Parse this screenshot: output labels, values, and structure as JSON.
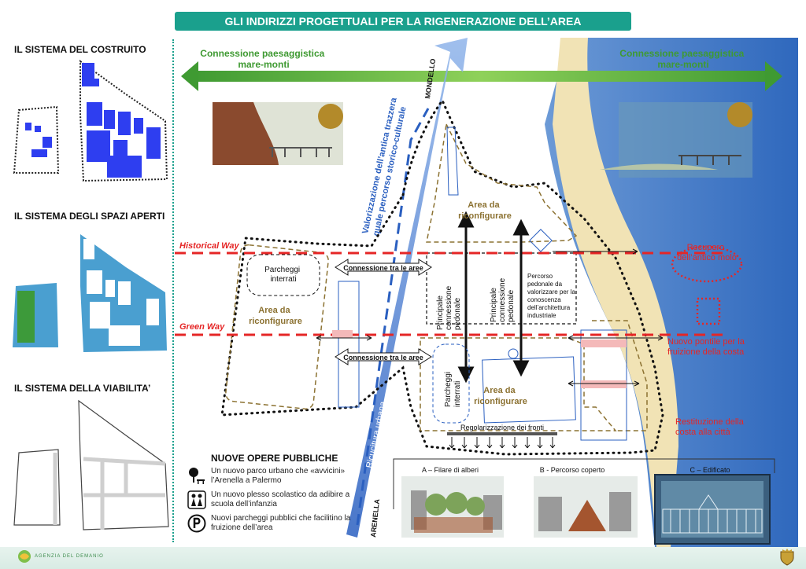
{
  "title": "GLI INDIRIZZI PROGETTUALI PER LA RIGENERAZIONE DELL’AREA",
  "left": {
    "section_built": "IL SISTEMA DEL COSTRUITO",
    "section_open": "IL SISTEMA DEGLI SPAZI APERTI",
    "section_road": "IL SISTEMA DELLA VIABILITA’"
  },
  "map": {
    "connection_left": "Connessione paesaggistica\nmare-monti",
    "connection_right": "Connessione paesaggistica\nmare-monti",
    "vertical_text": "Valorizzazione dell’antica trazzera\nquale percorso storico-culturale",
    "mondello": "MONDELLO",
    "arenella": "ARENELLA",
    "ricucitura": "Ricucitura urbana",
    "historical_way": "Historical Way",
    "green_way": "Green Way",
    "area_top": "Area da\nriconfigurare",
    "area_left": "Area da\nriconfigurare",
    "area_bottom": "Area da\nriconfigurare",
    "parcheggi_top": "Parcheggi\ninterrati",
    "parcheggi_bottom": "Parcheggi\ninterrati",
    "connessione_1": "Connessione tra le aree",
    "connessione_2": "Connessione tra le aree",
    "principale_1": "Principale\nconnessione\npedonale",
    "principale_2": "Principale\nconnessione\npedonale",
    "percorso_pedonale": "Percorso\npedonale da\nvalorizzare per la\nconoscenza\ndell’architettura\nindustriale",
    "regolarizzazione": "Regolarizzazione dei fronti",
    "recupero": "Recupero\ndell’antico molo",
    "nuovo_pontile": "Nuovo pontile per la\nfruizione della costa",
    "restituzione": "Restituzione della\ncosta alla città"
  },
  "opere": {
    "heading": "NUOVE OPERE PUBBLICHE",
    "items": [
      {
        "icon": "tree-bench-icon",
        "text": "Un nuovo parco urbano che «avvicini» l’Arenella a Palermo"
      },
      {
        "icon": "children-icon",
        "text": "Un nuovo plesso scolastico da adibire a scuola dell’infanzia"
      },
      {
        "icon": "parking-icon",
        "text": "Nuovi parcheggi pubblici che facilitino la fruizione dell’area"
      }
    ]
  },
  "sections": {
    "a": "A – Filare di alberi",
    "b": "B - Percorso coperto",
    "c": "C – Edificato"
  },
  "footer": {
    "brand": "AGENZIA DEL DEMANIO"
  },
  "colors": {
    "title_bg": "#1aa08d",
    "built": "#2e3ef0",
    "open_space": "#4a9fd0",
    "lawn": "#3d9a3a",
    "red_way": "#e52626",
    "olive": "#8c7232",
    "sea": "#3f79c9",
    "beach": "#f1e3b5"
  }
}
